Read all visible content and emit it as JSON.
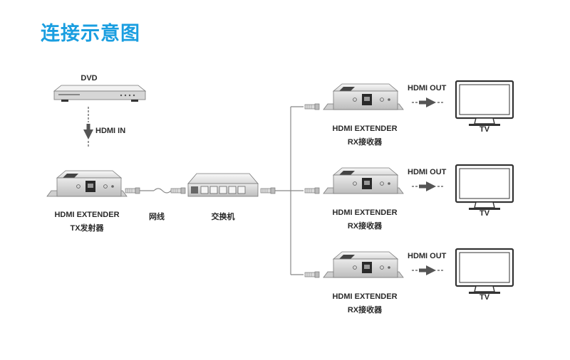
{
  "page": {
    "title": "连接示意图"
  },
  "source": {
    "device": "DVD",
    "input_label": "HDMI IN"
  },
  "tx": {
    "line1": "HDMI EXTENDER",
    "line2": "TX发射器"
  },
  "cable": {
    "label": "网线"
  },
  "switch": {
    "label": "交换机"
  },
  "receivers": [
    {
      "line1": "HDMI EXTENDER",
      "line2": "RX接收器",
      "output_label": "HDMI OUT",
      "display": "TV"
    },
    {
      "line1": "HDMI EXTENDER",
      "line2": "RX接收器",
      "output_label": "HDMI OUT",
      "display": "TV"
    },
    {
      "line1": "HDMI EXTENDER",
      "line2": "RX接收器",
      "output_label": "HDMI OUT",
      "display": "TV"
    }
  ],
  "colors": {
    "title": "#1a9ee0",
    "line": "#888888",
    "arrow": "#555555",
    "device": "#e9e9e9"
  }
}
